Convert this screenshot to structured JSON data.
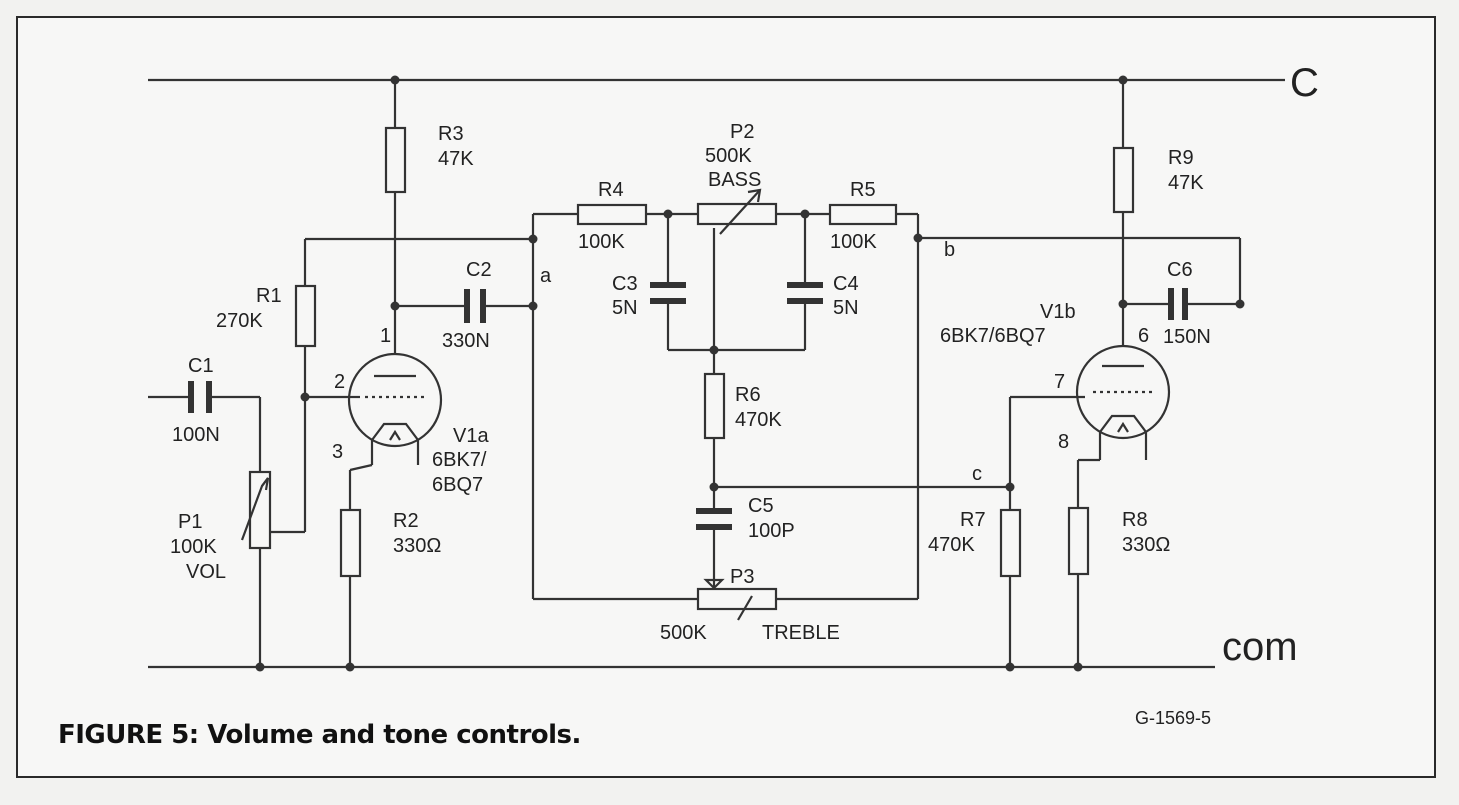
{
  "figure": {
    "caption": "FIGURE 5: Volume and tone controls.",
    "ref_code": "G-1569-5"
  },
  "nodes": {
    "supply": "C",
    "ground": "com",
    "a": "a",
    "b": "b",
    "c": "c"
  },
  "components": {
    "R1": {
      "ref": "R1",
      "value": "270K"
    },
    "R2": {
      "ref": "R2",
      "value": "330Ω"
    },
    "R3": {
      "ref": "R3",
      "value": "47K"
    },
    "R4": {
      "ref": "R4",
      "value": "100K"
    },
    "R5": {
      "ref": "R5",
      "value": "100K"
    },
    "R6": {
      "ref": "R6",
      "value": "470K"
    },
    "R7": {
      "ref": "R7",
      "value": "470K"
    },
    "R8": {
      "ref": "R8",
      "value": "330Ω"
    },
    "R9": {
      "ref": "R9",
      "value": "47K"
    },
    "C1": {
      "ref": "C1",
      "value": "100N"
    },
    "C2": {
      "ref": "C2",
      "value": "330N"
    },
    "C3": {
      "ref": "C3",
      "value": "5N"
    },
    "C4": {
      "ref": "C4",
      "value": "5N"
    },
    "C5": {
      "ref": "C5",
      "value": "100P"
    },
    "C6": {
      "ref": "C6",
      "value": "150N"
    },
    "P1": {
      "ref": "P1",
      "value": "100K",
      "func": "VOL"
    },
    "P2": {
      "ref": "P2",
      "value": "500K",
      "func": "BASS"
    },
    "P3": {
      "ref": "P3",
      "value": "500K",
      "func": "TREBLE"
    },
    "V1a": {
      "ref": "V1a",
      "type_line1": "6BK7/",
      "type_line2": "6BQ7",
      "pins": {
        "plate": "1",
        "grid": "2",
        "cathode": "3"
      }
    },
    "V1b": {
      "ref": "V1b",
      "type": "6BK7/6BQ7",
      "pins": {
        "plate": "6",
        "grid": "7",
        "cathode": "8"
      }
    }
  }
}
